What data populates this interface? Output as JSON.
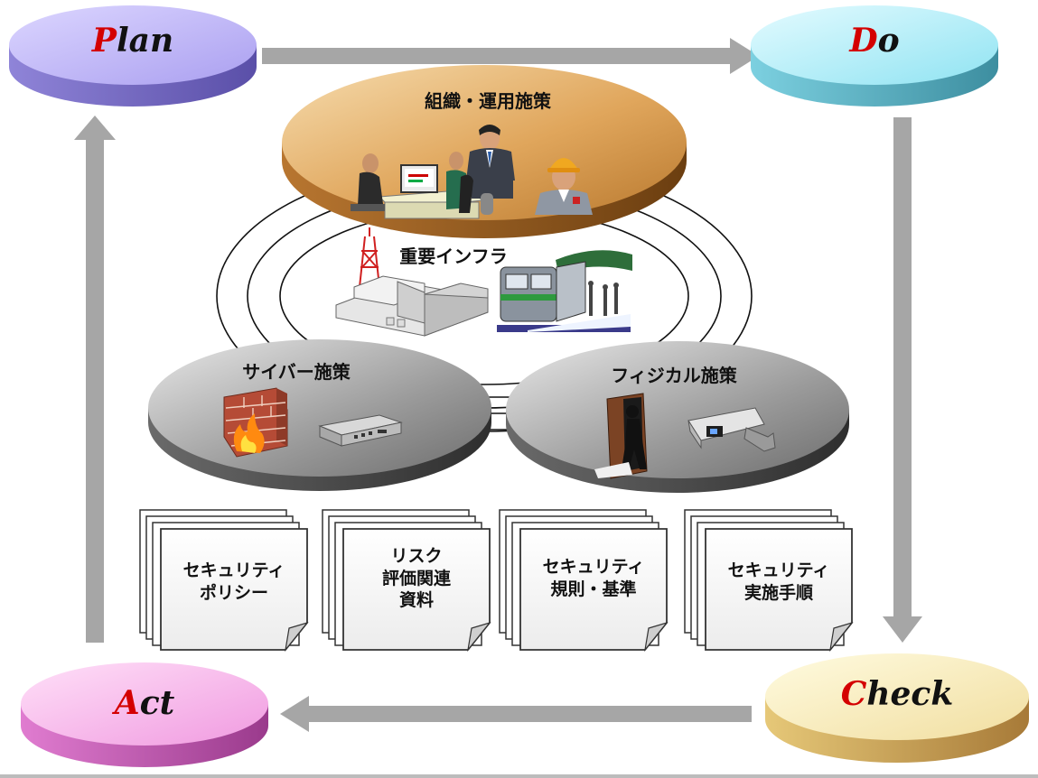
{
  "cycle": {
    "plan": {
      "initial": "P",
      "rest": "lan"
    },
    "do": {
      "initial": "D",
      "rest": "o"
    },
    "check": {
      "initial": "C",
      "rest": "heck"
    },
    "act": {
      "initial": "A",
      "rest": "ct"
    }
  },
  "measures": {
    "organization": "組織・運用施策",
    "infrastructure": "重要インフラ",
    "cyber": "サイバー施策",
    "physical": "フィジカル施策"
  },
  "documents": [
    {
      "lines": [
        "セキュリティ",
        "ポリシー"
      ]
    },
    {
      "lines": [
        "リスク",
        "評価関連",
        "資料"
      ]
    },
    {
      "lines": [
        "セキュリティ",
        "規則・基準"
      ]
    },
    {
      "lines": [
        "セキュリティ",
        "実施手順"
      ]
    }
  ],
  "colors": {
    "plan": "#b0a6f0",
    "do": "#a6ecf6",
    "check": "#f8ecb0",
    "act": "#f4a8e8",
    "organization": "#d69a52",
    "cyber": "#8c8c8c",
    "physical": "#8c8c8c",
    "arrow": "#a6a6a6",
    "accent": "#d40000"
  }
}
